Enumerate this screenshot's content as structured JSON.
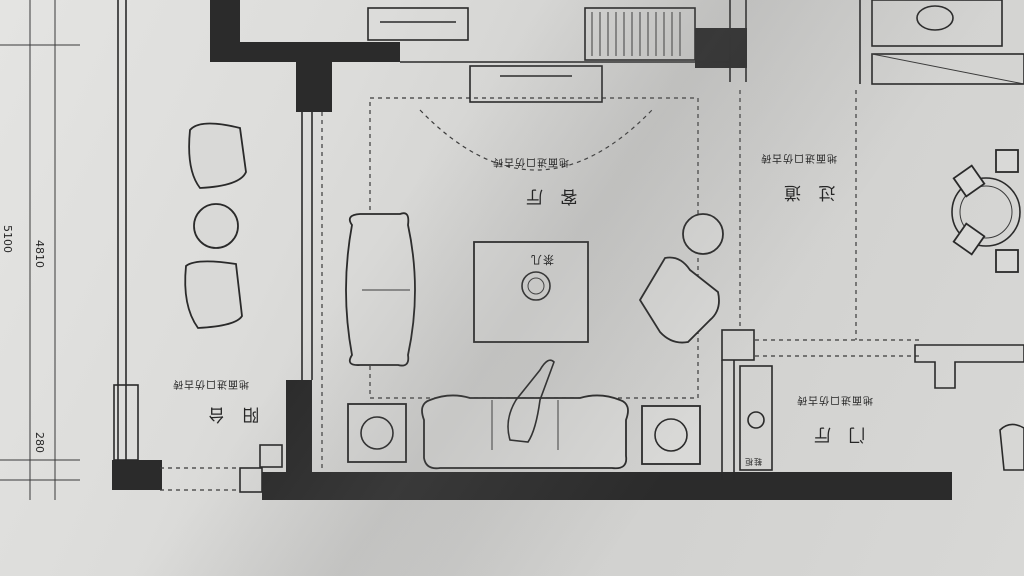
{
  "rooms": {
    "living_room": "客 厅",
    "balcony": "阳 台",
    "corridor": "过 道",
    "foyer": "门 厅"
  },
  "notes": {
    "living_room_floor": "地面进口仿古砖",
    "balcony_floor": "地面进口仿古砖",
    "corridor_floor": "地面进口仿古砖",
    "foyer_floor": "地面进口仿古砖"
  },
  "furniture": {
    "coffee_table": "茶几",
    "foyer_cabinet": "鞋柜"
  },
  "dimensions": {
    "overall_height": "5100",
    "mid_height": "4810",
    "lower_height": "280"
  }
}
